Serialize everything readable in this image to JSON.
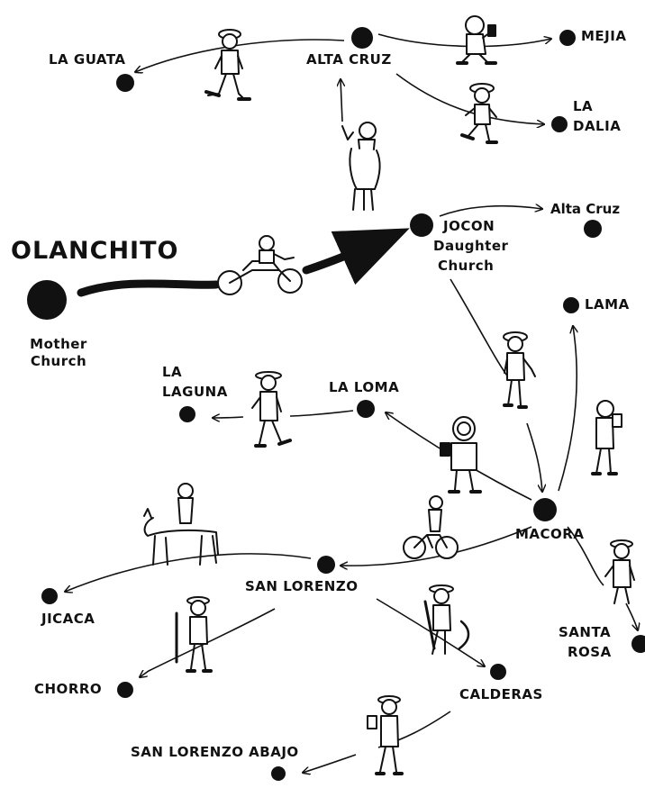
{
  "places": {
    "olanchito": "OLANCHITO",
    "mother_church_line1": "Mother",
    "mother_church_line2": "Church",
    "jocon": "JOCON",
    "jocon_sub1": "Daughter",
    "jocon_sub2": "Church",
    "alta_cruz_top": "ALTA CRUZ",
    "alta_cruz_right": "Alta Cruz",
    "la_guata": "LA GUATA",
    "mejia": "MEJIA",
    "la_dalia_1": "LA",
    "la_dalia_2": "DALIA",
    "lama": "LAMA",
    "la_loma": "LA LOMA",
    "la_laguna_1": "LA",
    "la_laguna_2": "LAGUNA",
    "macora": "MACORA",
    "san_lorenzo": "SAN LORENZO",
    "jicaca": "JICACA",
    "chorro": "CHORRO",
    "calderas": "CALDERAS",
    "santa_rosa_1": "SANTA",
    "santa_rosa_2": "ROSA",
    "san_lorenzo_abajo": "SAN LORENZO ABAJO"
  },
  "colors": {
    "ink": "#111111",
    "paper": "#ffffff"
  },
  "figures": [
    "walking-man-icon",
    "man-reading-icon",
    "walking-man-icon",
    "donkey-rider-icon",
    "motorcyclist-icon",
    "walking-man-icon",
    "walking-man-icon",
    "man-reading-icon",
    "man-reading-icon",
    "bicyclist-icon",
    "donkey-rider-icon",
    "walking-man-icon",
    "man-with-hoe-icon",
    "walking-man-icon",
    "man-reading-icon"
  ]
}
